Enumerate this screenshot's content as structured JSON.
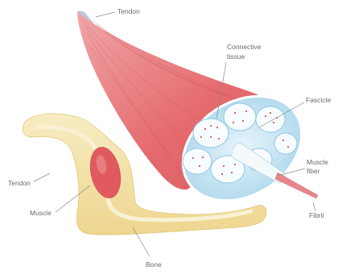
{
  "labels": {
    "tendon_top": "Tendon",
    "connective_tissue_line1": "Connective",
    "connective_tissue_line2": "tissue",
    "fascicle": "Fascicle",
    "muscle_fiber_line1": "Muscle",
    "muscle_fiber_line2": "fiber",
    "fibril": "Fibril",
    "tendon_arm": "Tendon",
    "muscle": "Muscle",
    "bone": "Bone"
  },
  "colors": {
    "muscle_red": "#e56b6f",
    "muscle_light": "#f2a3a3",
    "tissue_blue": "#bfe2f2",
    "bone_yellow": "#f3e3a6",
    "tendon_white": "#eef2f7",
    "fiber_dots": "#d9535b"
  }
}
